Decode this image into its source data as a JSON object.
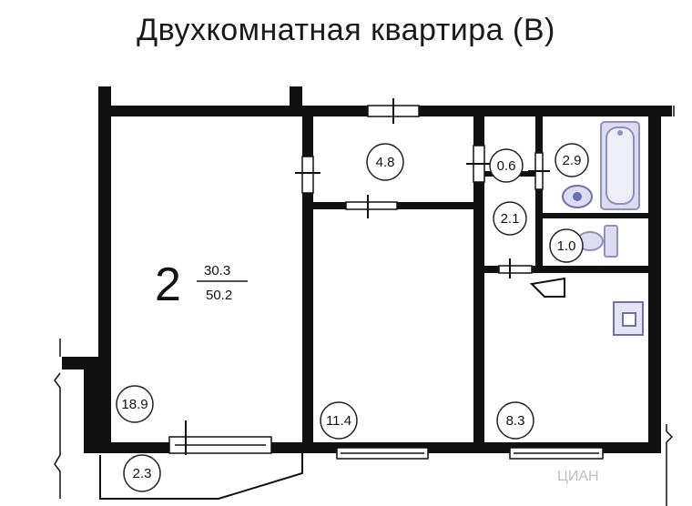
{
  "title": "Двухкомнатная  квартира (В)",
  "summary": {
    "rooms": "2",
    "living_area": "30.3",
    "total_area": "50.2"
  },
  "rooms": [
    {
      "id": "room-large",
      "area": "18.9"
    },
    {
      "id": "balcony",
      "area": "2.3"
    },
    {
      "id": "corridor-top",
      "area": "4.8"
    },
    {
      "id": "room-middle",
      "area": "11.4"
    },
    {
      "id": "closet",
      "area": "0.6"
    },
    {
      "id": "bathroom",
      "area": "2.9"
    },
    {
      "id": "hall",
      "area": "2.1"
    },
    {
      "id": "toilet",
      "area": "1.0"
    },
    {
      "id": "kitchen",
      "area": "8.3"
    }
  ],
  "watermark": "ЦИАН",
  "colors": {
    "wall": "#111111",
    "fixture": "#8f8fc0",
    "fixture_fill": "#dcdcf0",
    "circle": "#222222"
  }
}
